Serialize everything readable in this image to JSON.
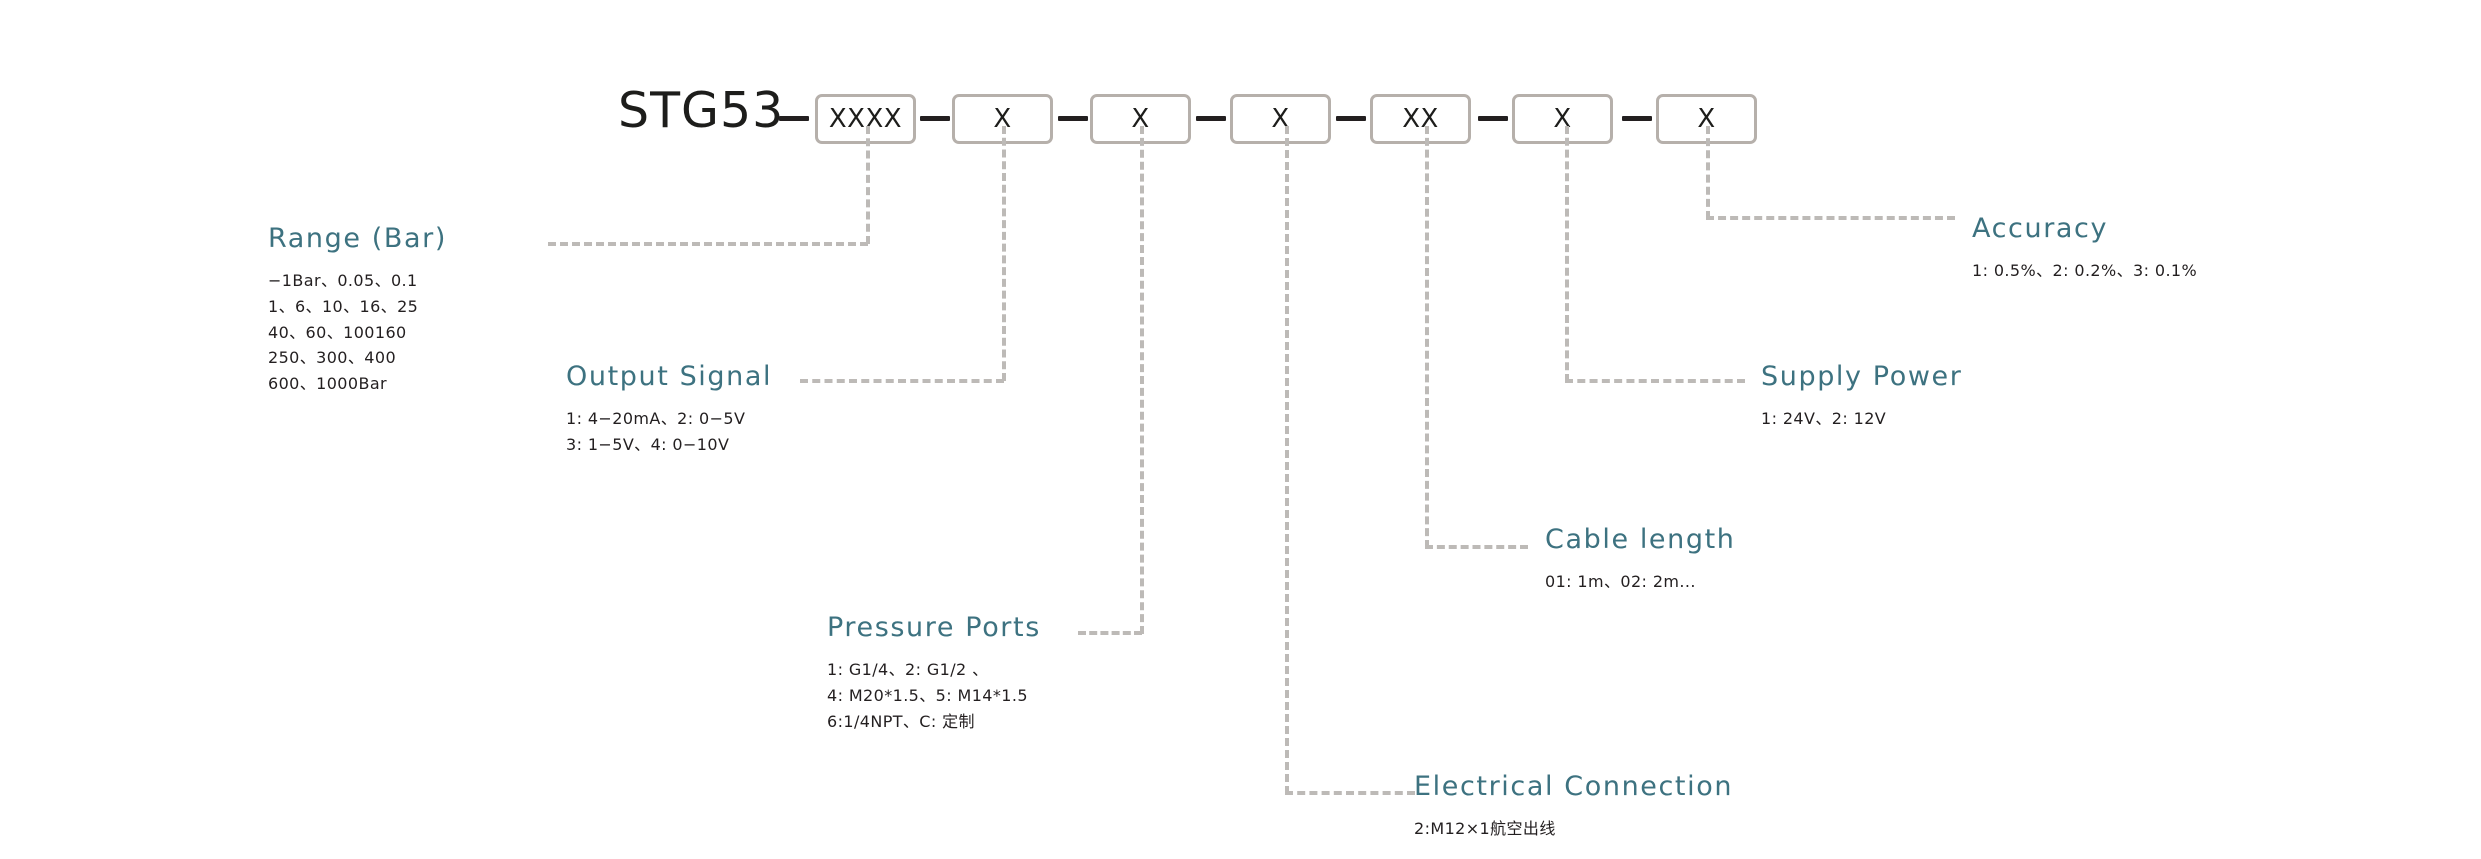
{
  "diagram": {
    "series_prefix": "STG53",
    "separator": "—",
    "code_boxes": [
      {
        "value": "XXXX",
        "meaning": "Range (Bar)"
      },
      {
        "value": "X",
        "meaning": "Output Signal"
      },
      {
        "value": "X",
        "meaning": "Pressure Ports"
      },
      {
        "value": "X",
        "meaning": "Electrical Connection"
      },
      {
        "value": "XX",
        "meaning": "Cable length"
      },
      {
        "value": "X",
        "meaning": "Supply Power"
      },
      {
        "value": "X",
        "meaning": "Accuracy"
      }
    ],
    "labels": {
      "range": {
        "title": "Range (Bar)",
        "body": "−1Bar、0.05、0.1\n1、6、10、16、25\n40、60、100160\n250、300、400\n600、1000Bar"
      },
      "output_signal": {
        "title": "Output Signal",
        "body": "1: 4−20mA、2: 0−5V\n3: 1−5V、4: 0−10V"
      },
      "pressure_ports": {
        "title": "Pressure Ports",
        "body": "1: G1/4、2: G1/2 、\n4: M20*1.5、5: M14*1.5\n6:1/4NPT、C: 定制"
      },
      "electrical_connection": {
        "title": "Electrical Connection",
        "body": "2:M12×1航空出线"
      },
      "cable_length": {
        "title": "Cable length",
        "body": "01: 1m、02: 2m..."
      },
      "supply_power": {
        "title": "Supply Power",
        "body": "1: 24V、2: 12V"
      },
      "accuracy": {
        "title": "Accuracy",
        "body": "1: 0.5%、2: 0.2%、3: 0.1%"
      }
    },
    "colors": {
      "title_teal": "#3d7280",
      "body_black": "#231f20",
      "box_border": "#b6b0ab",
      "connector_gray": "#bdbab7"
    }
  }
}
